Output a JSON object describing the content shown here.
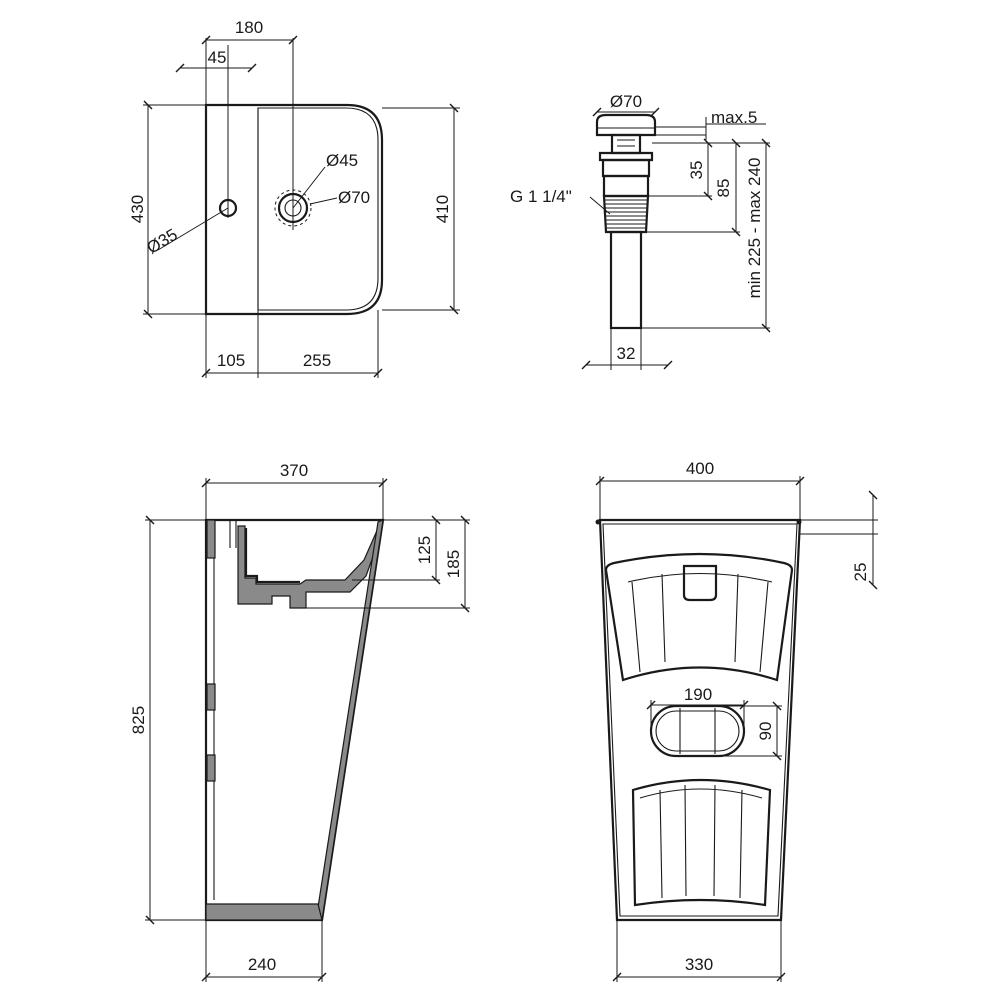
{
  "top_view": {
    "dim_width_total": "180",
    "dim_hole_offset": "45",
    "dim_depth_outer": "430",
    "dim_depth_inner": "410",
    "dim_tap_hole": "Ø35",
    "dim_drain_inner": "Ø45",
    "dim_drain_outer": "Ø70",
    "dim_deck": "105",
    "dim_bowl": "255"
  },
  "drain_view": {
    "dim_cap": "Ø70",
    "dim_max": "max.5",
    "dim_35": "35",
    "dim_85": "85",
    "dim_range": "min 225 - max 240",
    "thread": "G 1 1/4\"",
    "dim_pipe": "32"
  },
  "side_view": {
    "dim_top": "370",
    "dim_height": "825",
    "dim_125": "125",
    "dim_185": "185",
    "dim_base": "240"
  },
  "front_view": {
    "dim_top": "400",
    "dim_25": "25",
    "dim_opening_w": "190",
    "dim_opening_h": "90",
    "dim_base": "330"
  }
}
